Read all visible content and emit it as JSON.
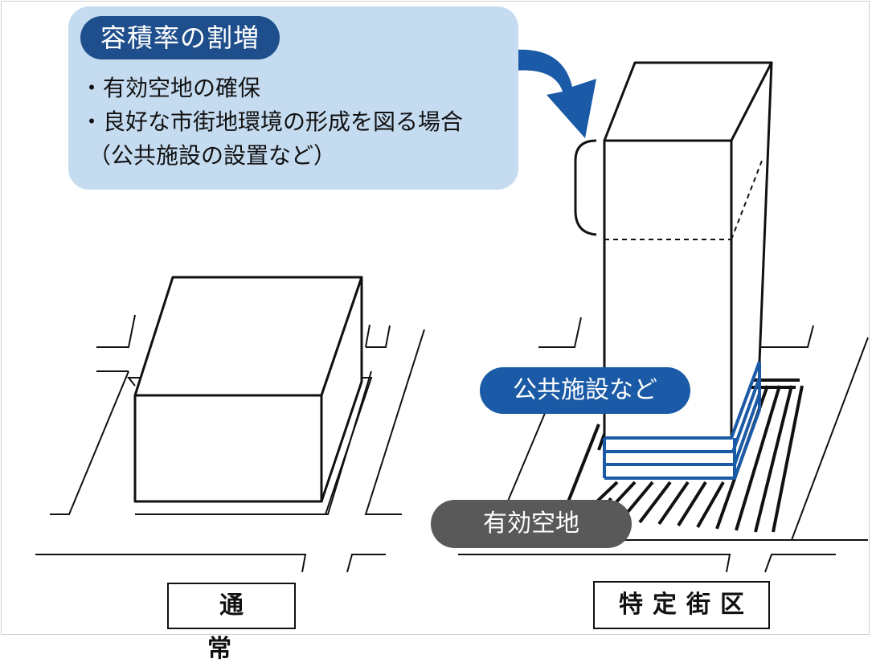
{
  "callout": {
    "title": "容積率の割増",
    "bullets": [
      "・有効空地の確保",
      "・良好な市街地環境の形成を図る場合",
      "（公共施設の設置など）"
    ]
  },
  "labels": {
    "public_facilities": "公共施設など",
    "open_space": "有効空地",
    "normal": "通　常",
    "special_block": "特定街区"
  },
  "colors": {
    "callout_background": "#c5dbf0",
    "title_pill": "#1f4e8c",
    "public_facility_blue": "#1a5aa6",
    "open_space_pill": "#595959",
    "arrow_blue": "#1a5aa6"
  }
}
